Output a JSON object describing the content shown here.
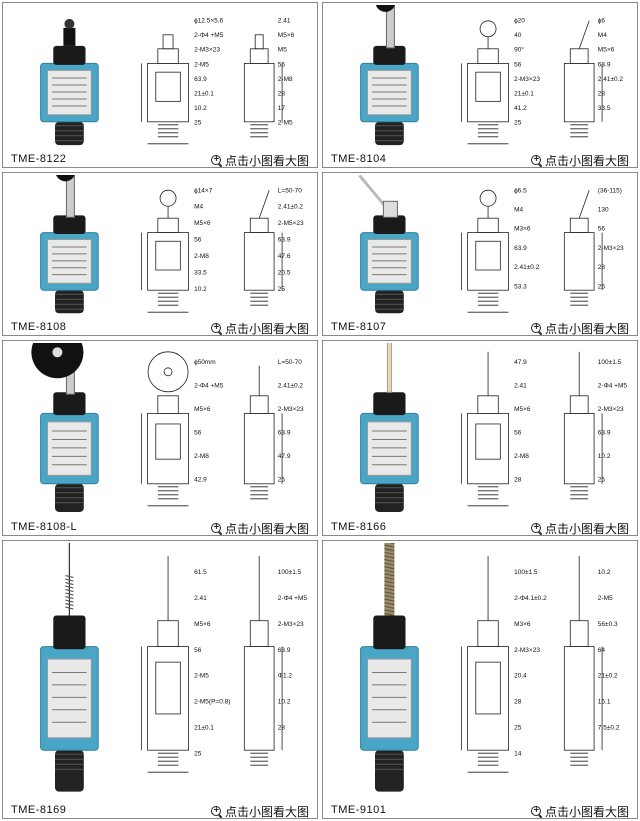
{
  "colors": {
    "body": "#4aa6c6",
    "body_dark": "#2f7f9e",
    "cap": "#1a1a1a",
    "plate": "#e9e9e9",
    "line": "#222222",
    "border": "#8a8a8a"
  },
  "zoom_label": "点击小图看大图",
  "products": [
    {
      "model": "TME-8122",
      "actuator": "plunger",
      "dims": [
        "ɸ12.5×5.6",
        "2.41",
        "2-Φ4 +M5",
        "M5×6",
        "2-M3×23",
        "M5",
        "2-M5",
        "56",
        "63.9",
        "2-M8",
        "21±0.1",
        "28",
        "10.2",
        "17",
        "25",
        "2-M5"
      ]
    },
    {
      "model": "TME-8104",
      "actuator": "roller-lever",
      "dims": [
        "ɸ20",
        "ɸ6",
        "40",
        "M4",
        "90°",
        "M5×6",
        "56",
        "63.9",
        "2-M3×23",
        "2.41±0.2",
        "21±0.1",
        "28",
        "41.2",
        "33.5",
        "25"
      ]
    },
    {
      "model": "TME-8108",
      "actuator": "adjustable-roller",
      "dims": [
        "ɸ14×7",
        "L=50-70",
        "M4",
        "2.41±0.2",
        "M5×6",
        "2-M5×23",
        "56",
        "63.9",
        "2-M8",
        "47.6",
        "33.5",
        "20.5",
        "10.2",
        "25"
      ]
    },
    {
      "model": "TME-8107",
      "actuator": "adjustable-rod",
      "dims": [
        "ɸ6.5",
        "(36-115)",
        "M4",
        "130",
        "M3×6",
        "56",
        "63.9",
        "2-M3×23",
        "2.41±0.2",
        "28",
        "53.3",
        "25"
      ]
    },
    {
      "model": "TME-8108-L",
      "actuator": "large-roller",
      "dims": [
        "ɸ50mm",
        "L=50-70",
        "2-Φ4 +M5",
        "2.41±0.2",
        "M5×6",
        "2-M3×23",
        "56",
        "63.9",
        "2-M8",
        "47.9",
        "42.9",
        "25"
      ]
    },
    {
      "model": "TME-8166",
      "actuator": "rod",
      "dims": [
        "47.9",
        "100±1.5",
        "2.41",
        "2-Φ4 +M5",
        "M5×6",
        "2-M3×23",
        "56",
        "63.9",
        "2-M8",
        "10.2",
        "28",
        "25"
      ]
    },
    {
      "model": "TME-8169",
      "actuator": "spring-wire",
      "dims": [
        "61.5",
        "100±1.5",
        "2.41",
        "2-Φ4 +M5",
        "M5×6",
        "2-M3×23",
        "56",
        "63.9",
        "2-M5",
        "Φ1.2",
        "2-M5(P=0.8)",
        "10.2",
        "21±0.1",
        "28",
        "25"
      ]
    },
    {
      "model": "TME-9101",
      "actuator": "coil-spring",
      "dims": [
        "100±1.5",
        "10.2",
        "2-Φ4.1±0.2",
        "2-M5",
        "M3×6",
        "56±0.3",
        "2-M3×23",
        "64",
        "20.4",
        "21±0.2",
        "28",
        "15.1",
        "25",
        "7.5±0.2",
        "14"
      ]
    }
  ]
}
